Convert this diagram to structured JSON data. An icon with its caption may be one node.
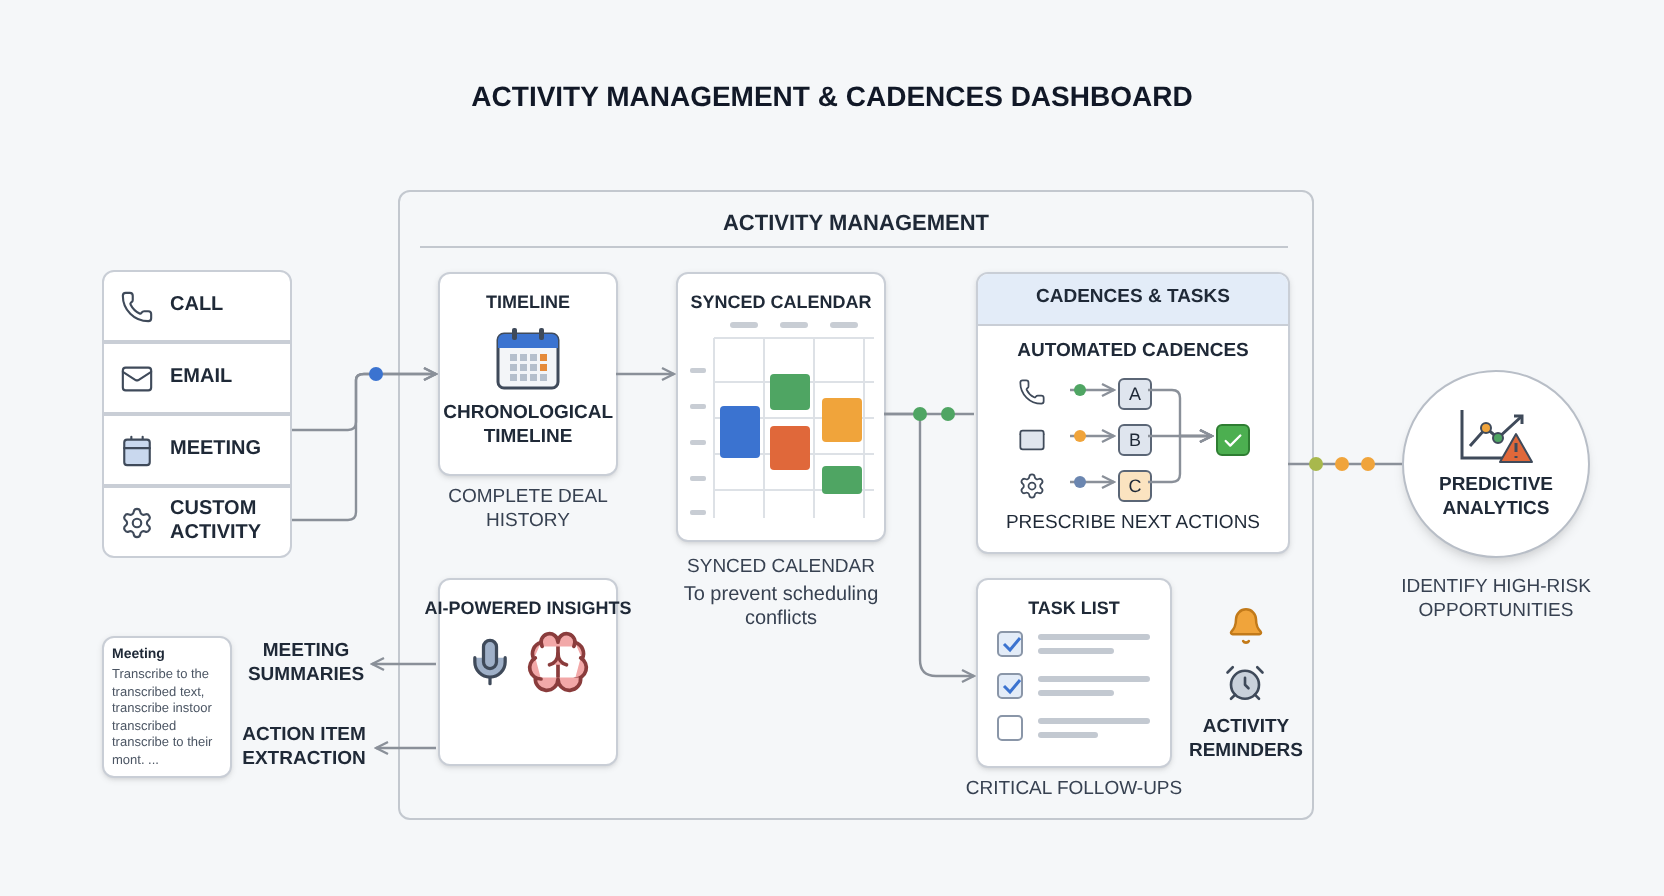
{
  "diagram": {
    "title": "ACTIVITY MANAGEMENT & CADENCES DASHBOARD",
    "nodes": [
      {
        "text": [
          "CALL"
        ]
      },
      {
        "text": [
          "EMAIL"
        ]
      },
      {
        "text": [
          "MEETING"
        ]
      },
      {
        "text": [
          "CUSTOM ACTIVITY"
        ]
      },
      {
        "text": [
          "ACTIVITY MANAGEMENT"
        ]
      },
      {
        "text": [
          "TIMELINE",
          "CHRONOLOGICAL TIMELINE"
        ],
        "beside": [
          "COMPLETE DEAL HISTORY"
        ],
        "in": 4
      },
      {
        "text": [
          "SYNCED CALENDAR"
        ],
        "beside": [
          "SYNCED CALENDAR",
          "To prevent scheduling conflicts"
        ],
        "in": 4
      },
      {
        "text": [
          "CADENCES & TASKS",
          "AUTOMATED CADENCES",
          "PRESCRIBE NEXT ACTIONS"
        ],
        "in": 4
      },
      {
        "text": [
          "A"
        ],
        "in": 7
      },
      {
        "text": [
          "B"
        ],
        "in": 7
      },
      {
        "text": [
          "C"
        ],
        "in": 7
      },
      {
        "text": [],
        "shape": "box",
        "in": 7
      },
      {
        "text": [
          "TASK LIST"
        ],
        "beside": [
          "CRITICAL FOLLOW-UPS"
        ],
        "in": 4
      },
      {
        "text": [
          "AI-POWERED INSIGHTS"
        ],
        "in": 4
      },
      {
        "text": [
          "PREDICTIVE ANALYTICS"
        ],
        "beside": [
          "IDENTIFY HIGH-RISK OPPORTUNITIES"
        ]
      },
      {
        "text": [
          "MEETING SUMMARIES"
        ]
      },
      {
        "text": [
          "ACTION ITEM EXTRACTION"
        ]
      },
      {
        "text": [
          "Meeting",
          "Transcribe to the transcribed text, transcribe instoor transcribed transcribe to their mont. ..."
        ]
      }
    ],
    "edges": [
      {
        "from": 2,
        "to": 5,
        "arrow": "to"
      },
      {
        "from": 3,
        "to": 5,
        "arrow": "to"
      },
      {
        "from": 5,
        "to": 6,
        "arrow": "to"
      },
      {
        "from": 6,
        "to": 7,
        "arrow": "none"
      },
      {
        "from": 6,
        "to": 12,
        "arrow": "to"
      },
      {
        "from": 7,
        "to": 14,
        "arrow": "none"
      },
      {
        "from": 13,
        "to": 15,
        "arrow": "to"
      },
      {
        "from": 13,
        "to": 16,
        "arrow": "to"
      },
      {
        "from": null,
        "to": 8,
        "arrow": "to"
      },
      {
        "from": null,
        "to": 9,
        "arrow": "to"
      },
      {
        "from": null,
        "to": 10,
        "arrow": "to"
      },
      {
        "from": 8,
        "to": 11,
        "arrow": "to"
      },
      {
        "from": 9,
        "to": 11,
        "arrow": "to"
      },
      {
        "from": 10,
        "to": 11,
        "arrow": "to"
      }
    ],
    "labels": [
      "ACTIVITY REMINDERS"
    ]
  }
}
